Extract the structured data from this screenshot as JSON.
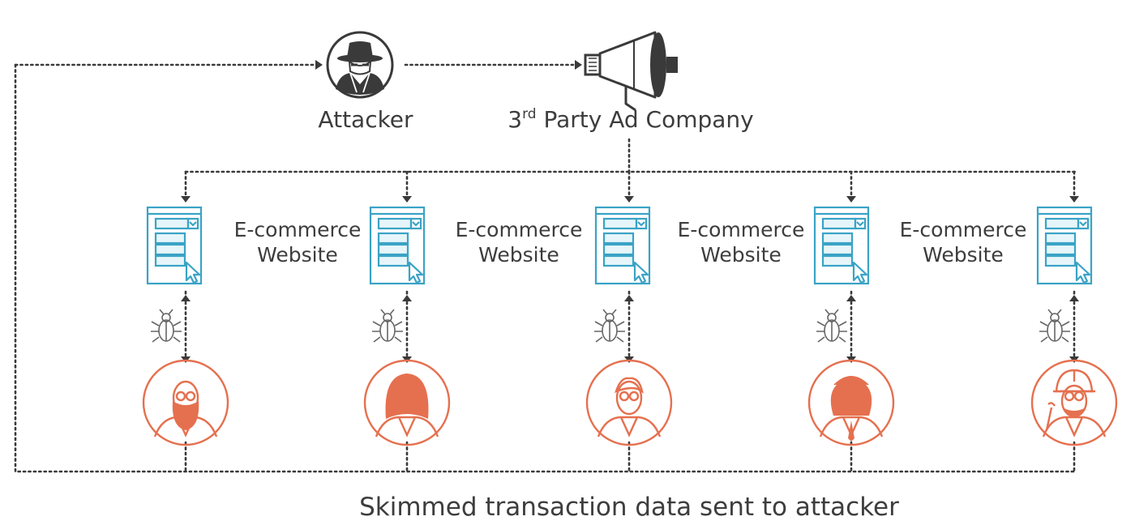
{
  "diagram": {
    "attacker_label": "Attacker",
    "ad_company_label_main": "3",
    "ad_company_label_sup": "rd",
    "ad_company_label_rest": " Party Ad Company",
    "footer_caption": "Skimmed transaction data sent to attacker",
    "sites": [
      {
        "line1": "E-commerce",
        "line2": "Website"
      },
      {
        "line1": "E-commerce",
        "line2": "Website"
      },
      {
        "line1": "E-commerce",
        "line2": "Website"
      },
      {
        "line1": "E-commerce",
        "line2": "Website"
      },
      {
        "line1": "",
        "line2": ""
      }
    ],
    "victims": [
      "bearded-man",
      "woman-in-hijab",
      "man-with-glasses",
      "woman-officer",
      "construction-worker"
    ],
    "icons": {
      "attacker": "spy-icon",
      "ad_company": "megaphone-icon",
      "site": "browser-window-icon",
      "malware": "bug-icon"
    },
    "colors": {
      "site_accent": "#3aa3c6",
      "victim_accent": "#e5704f",
      "connector": "#3a3a3a",
      "text": "#3d3d3d"
    }
  }
}
